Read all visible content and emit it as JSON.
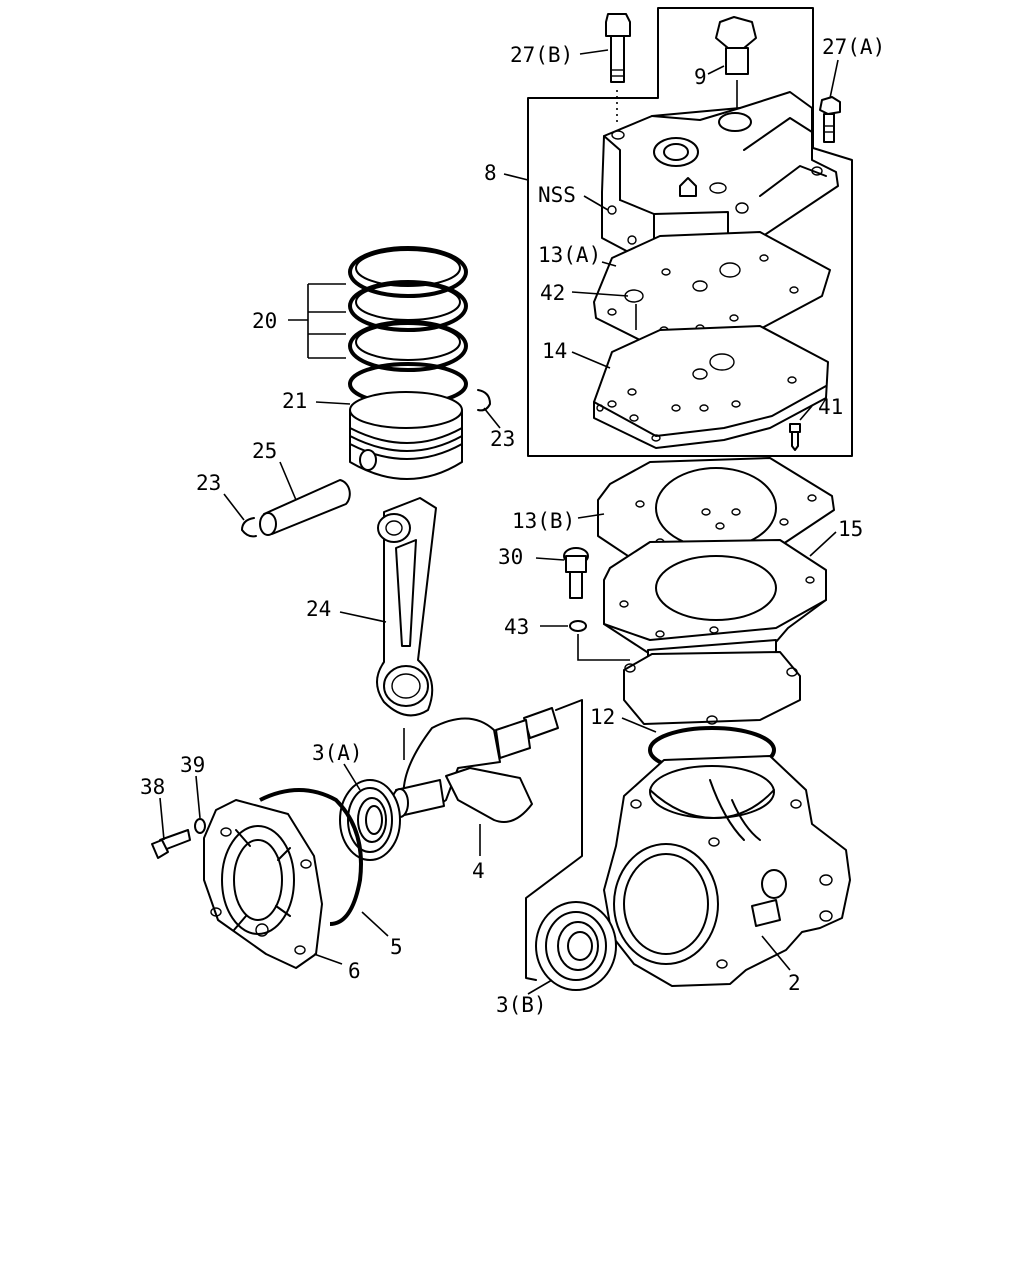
{
  "labels": {
    "p27b": "27(B)",
    "p9": "9",
    "p27a": "27(A)",
    "p8": "8",
    "nss": "NSS",
    "p13a": "13(A)",
    "p42": "42",
    "p14": "14",
    "p41": "41",
    "p20": "20",
    "p21": "21",
    "p23r": "23",
    "p25": "25",
    "p23l": "23",
    "p13b": "13(B)",
    "p15": "15",
    "p30": "30",
    "p43": "43",
    "p24": "24",
    "p12": "12",
    "p3a": "3(A)",
    "p39": "39",
    "p38": "38",
    "p4": "4",
    "p5": "5",
    "p6": "6",
    "p2": "2",
    "p3b": "3(B)"
  }
}
